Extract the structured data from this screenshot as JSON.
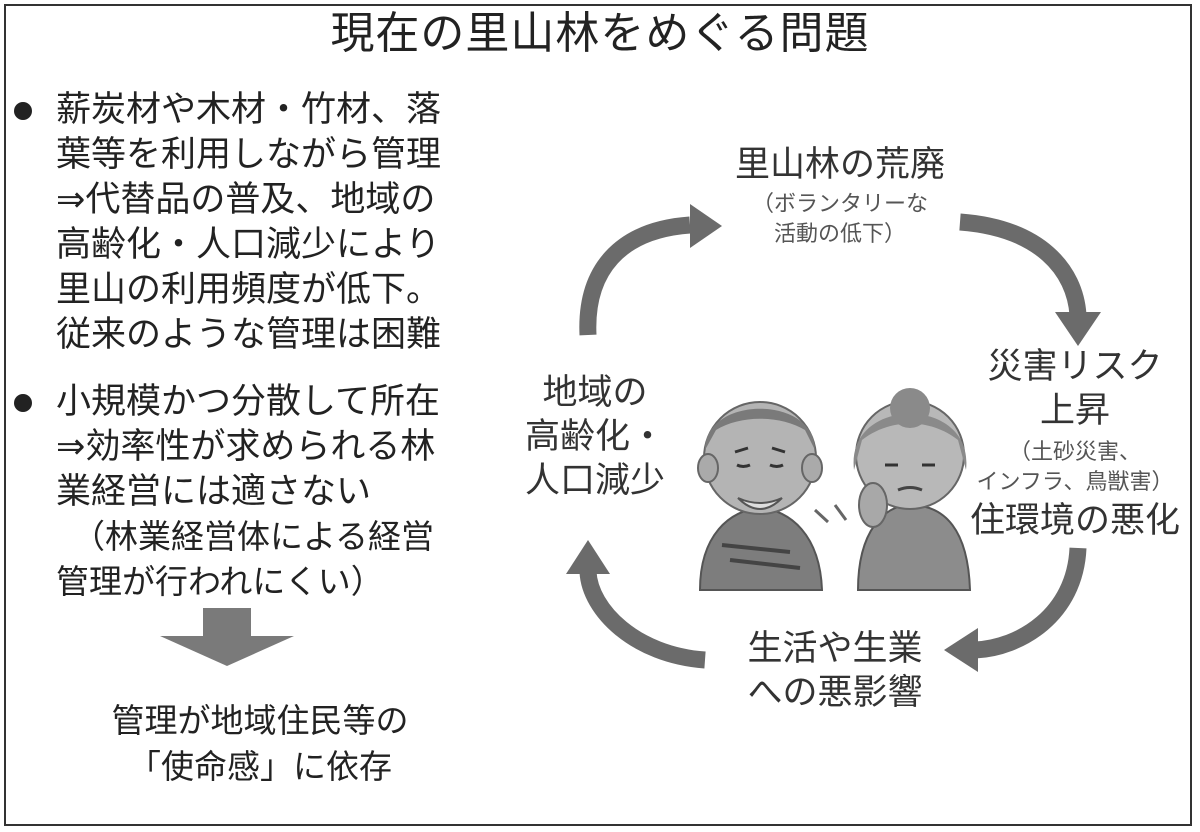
{
  "title": "現在の里山林をめぐる問題",
  "left": {
    "bullet1": [
      "薪炭材や木材・竹材、落",
      "葉等を利用しながら管理",
      "⇒代替品の普及、地域の",
      "高齢化・人口減少により",
      "里山の利用頻度が低下。",
      "従来のような管理は困難"
    ],
    "bullet2": [
      "小規模かつ分散して所在",
      "⇒効率性が求められる林",
      "業経営には適さない"
    ],
    "bullet2_note": [
      "（林業経営体による経営",
      "管理が行われにくい）"
    ],
    "conclusion": [
      "管理が地域住民等の",
      "「使命感」に依存"
    ]
  },
  "cycle": {
    "top": {
      "main": "里山林の荒廃",
      "sub": [
        "（ボランタリーな",
        "活動の低下）"
      ]
    },
    "right": {
      "main1": "災害リスク",
      "main2": "上昇",
      "sub": [
        "（土砂災害、",
        "インフラ、鳥獣害）"
      ],
      "main3": "住環境の悪化"
    },
    "bottom": [
      "生活や生業",
      "への悪影響"
    ],
    "left": [
      "地域の",
      "高齢化・",
      "人口減少"
    ]
  },
  "colors": {
    "arrow": "#6b6b6b",
    "down_arrow": "#7a7a7a",
    "text": "#222222"
  },
  "icons": [
    "elderly-man-illustration",
    "elderly-woman-illustration"
  ]
}
